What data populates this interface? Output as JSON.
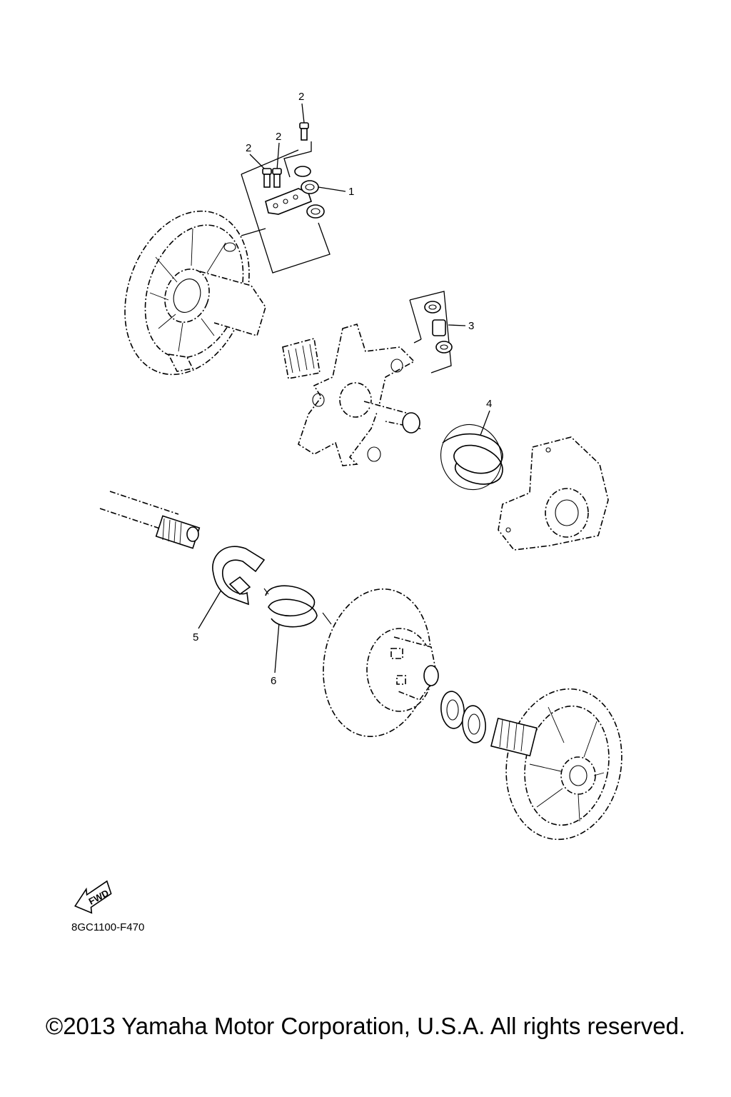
{
  "diagram": {
    "callouts": [
      {
        "id": "1",
        "label": "1"
      },
      {
        "id": "2a",
        "label": "2"
      },
      {
        "id": "2b",
        "label": "2"
      },
      {
        "id": "2c",
        "label": "2"
      },
      {
        "id": "3",
        "label": "3"
      },
      {
        "id": "4",
        "label": "4"
      },
      {
        "id": "5",
        "label": "5"
      },
      {
        "id": "6",
        "label": "6"
      }
    ],
    "fwd_label": "FWD",
    "code": "8GC1100-F470"
  },
  "footer": {
    "copyright": "©2013 Yamaha Motor Corporation, U.S.A. All rights reserved."
  }
}
